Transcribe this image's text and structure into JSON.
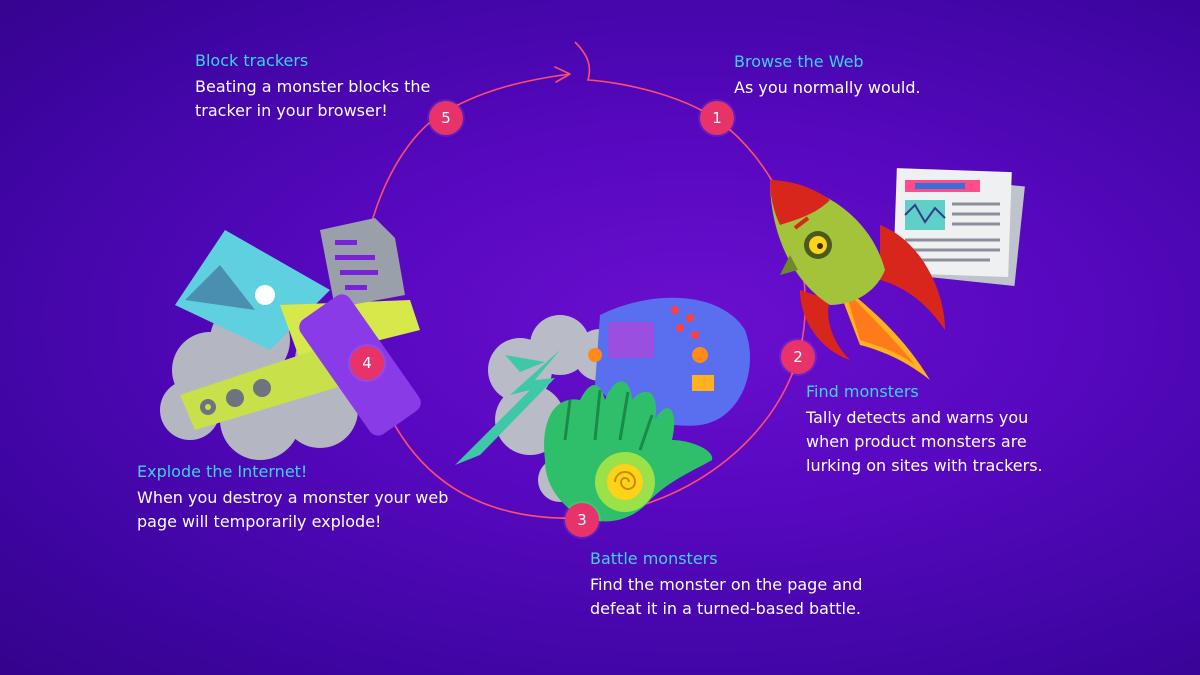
{
  "steps": [
    {
      "number": "1",
      "title": "Browse the Web",
      "description": "As you normally would."
    },
    {
      "number": "2",
      "title": "Find monsters",
      "description": "Tally detects and warns you when product monsters are lurking on sites with trackers."
    },
    {
      "number": "3",
      "title": "Battle monsters",
      "description": "Find the monster on the page and defeat it in a turned-based battle."
    },
    {
      "number": "4",
      "title": "Explode the Internet!",
      "description": "When you destroy a monster your web page will temporarily explode!"
    },
    {
      "number": "5",
      "title": "Block trackers",
      "description": "Beating a monster blocks the tracker in your browser!"
    }
  ],
  "colors": {
    "background": "#5708bf",
    "title_accent": "#3fd0ea",
    "badge": "#e8336a",
    "cycle_line": "#ff4d6d"
  }
}
